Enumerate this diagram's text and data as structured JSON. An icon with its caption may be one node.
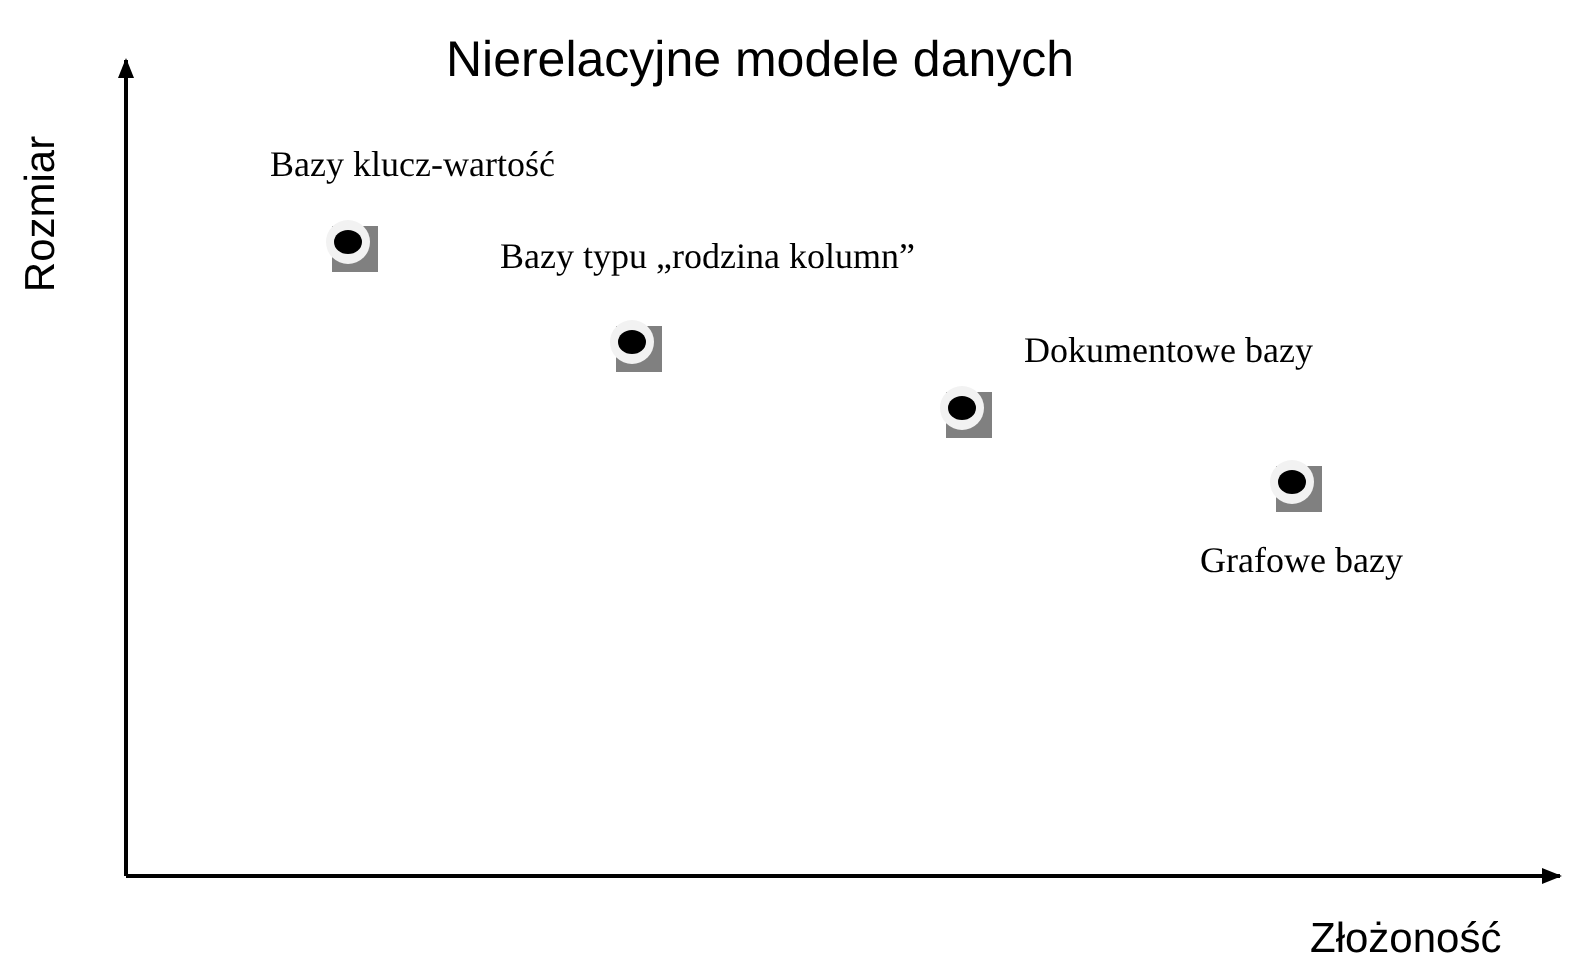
{
  "diagram": {
    "title": "Nierelacyjne modele danych",
    "nodes": [
      {
        "text": [
          "Bazy klucz-wartość"
        ]
      },
      {
        "text": [
          "Bazy typu „rodzina kolumn”"
        ]
      },
      {
        "text": [
          "Dokumentowe bazy"
        ]
      },
      {
        "text": [
          "Grafowe bazy"
        ]
      }
    ],
    "labels": [
      "Rozmiar",
      "Złożoność"
    ]
  }
}
